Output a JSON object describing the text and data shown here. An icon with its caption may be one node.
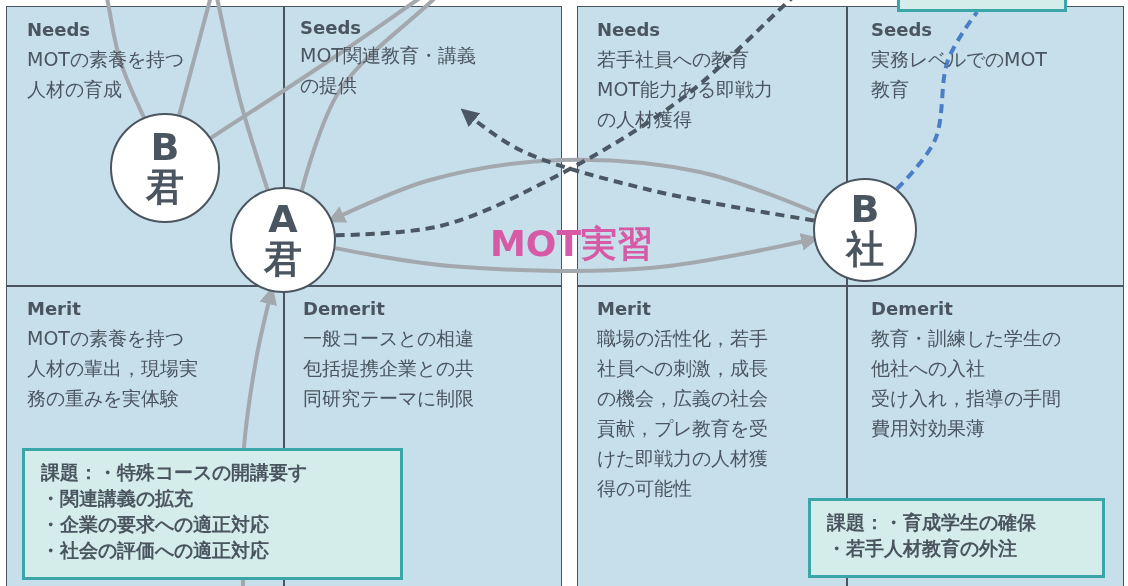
{
  "diagram": {
    "nodes": [
      {
        "text": [
          "B君"
        ]
      },
      {
        "text": [
          "Seeds",
          "MOT関連教育・講義の提供"
        ]
      },
      {
        "text": [
          "A君"
        ]
      },
      {
        "text": [
          "B社"
        ]
      },
      {
        "text": [],
        "shape": "box"
      },
      {
        "text": [
          "課題：・特殊コースの開講要す",
          "・関連講義の拡充",
          "・企業の要求への適正対応",
          "・社会の評価への適正対応"
        ]
      },
      {
        "text": [
          "課題：・育成学生の確保",
          "・若手人材教育の外注"
        ]
      }
    ],
    "edges": [
      {
        "from": 3,
        "to": 2,
        "arrow": "to"
      },
      {
        "from": 2,
        "to": 3,
        "arrow": "to"
      },
      {
        "from": 3,
        "to": 1,
        "arrow": "to",
        "style": "dashed",
        "color": "#4b5864"
      },
      {
        "from": 2,
        "to": null,
        "arrow": "none",
        "style": "dashed",
        "color": "#4b5864"
      },
      {
        "from": 3,
        "to": 4,
        "arrow": "none",
        "style": "dashed",
        "color": "#4a7fc8"
      },
      {
        "from": 0,
        "to": null,
        "arrow": "none"
      },
      {
        "from": 0,
        "to": null,
        "arrow": "none"
      },
      {
        "from": 0,
        "to": null,
        "arrow": "none"
      },
      {
        "from": 2,
        "to": null,
        "arrow": "none"
      },
      {
        "from": 2,
        "to": null,
        "arrow": "none"
      },
      {
        "from": null,
        "to": 2,
        "arrow": "to"
      }
    ],
    "labels": [
      "Needs",
      "MOTの素養を持つ人材の育成",
      "Merit",
      "MOTの素養を持つ人材の輩出，現場実務の重みを実体験",
      "Demerit",
      "一般コースとの相違",
      "包括提携企業との共同研究テーマに制限",
      "MOT実習",
      "Needs",
      "若手社員への教育",
      "MOT能力ある即戦力の人材獲得",
      "Seeds",
      "実務レベルでのMOT教育",
      "Merit",
      "職場の活性化，若手社員への刺激，成長の機会，広義の社会貢献，プレ教育を受けた即戦力の人材獲得の可能性",
      "Demerit",
      "教育・訓練した学生の他社への入社",
      "受け入れ，指導の手間",
      "費用対効果薄"
    ]
  }
}
